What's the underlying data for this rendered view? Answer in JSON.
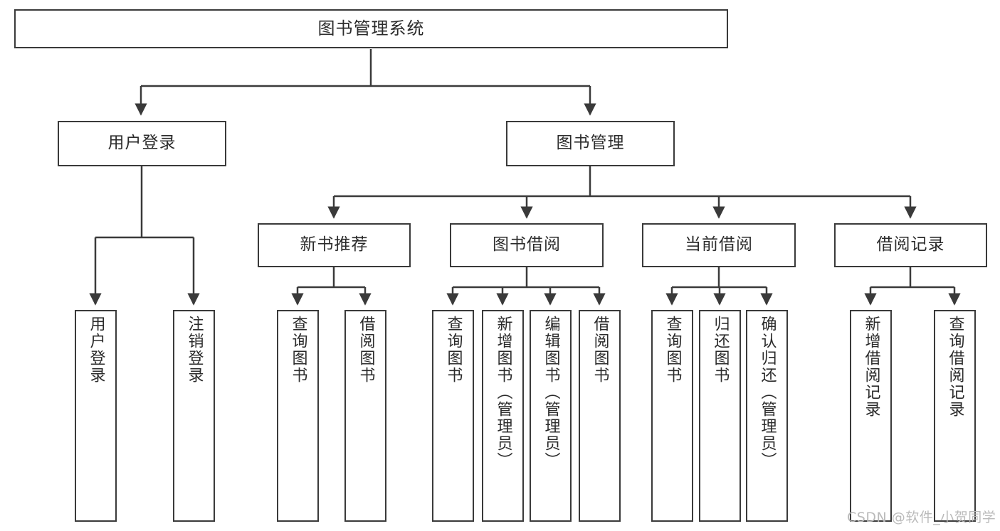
{
  "diagram": {
    "title": "图书管理系统",
    "type": "tree-hierarchy",
    "root": {
      "label": "图书管理系统"
    },
    "level2": [
      {
        "label": "用户登录"
      },
      {
        "label": "图书管理"
      }
    ],
    "level3": [
      {
        "label": "新书推荐"
      },
      {
        "label": "图书借阅"
      },
      {
        "label": "当前借阅"
      },
      {
        "label": "借阅记录"
      }
    ],
    "leaves": {
      "user_login": [
        {
          "label": "用户登录"
        },
        {
          "label": "注销登录"
        }
      ],
      "new_book_recommend": [
        {
          "label": "查询图书"
        },
        {
          "label": "借阅图书"
        }
      ],
      "book_borrow": [
        {
          "label": "查询图书"
        },
        {
          "label": "新增图书（管理员）"
        },
        {
          "label": "编辑图书（管理员）"
        },
        {
          "label": "借阅图书"
        }
      ],
      "current_borrow": [
        {
          "label": "查询图书"
        },
        {
          "label": "归还图书"
        },
        {
          "label": "确认归还（管理员）"
        }
      ],
      "borrow_record": [
        {
          "label": "新增借阅记录"
        },
        {
          "label": "查询借阅记录"
        }
      ]
    }
  },
  "watermark": {
    "text": "CSDN @软件_小贺同学"
  },
  "colors": {
    "stroke": "#3a3a3a",
    "text": "#2b2b2b",
    "background": "#ffffff",
    "watermark": "#b7b7b7"
  }
}
